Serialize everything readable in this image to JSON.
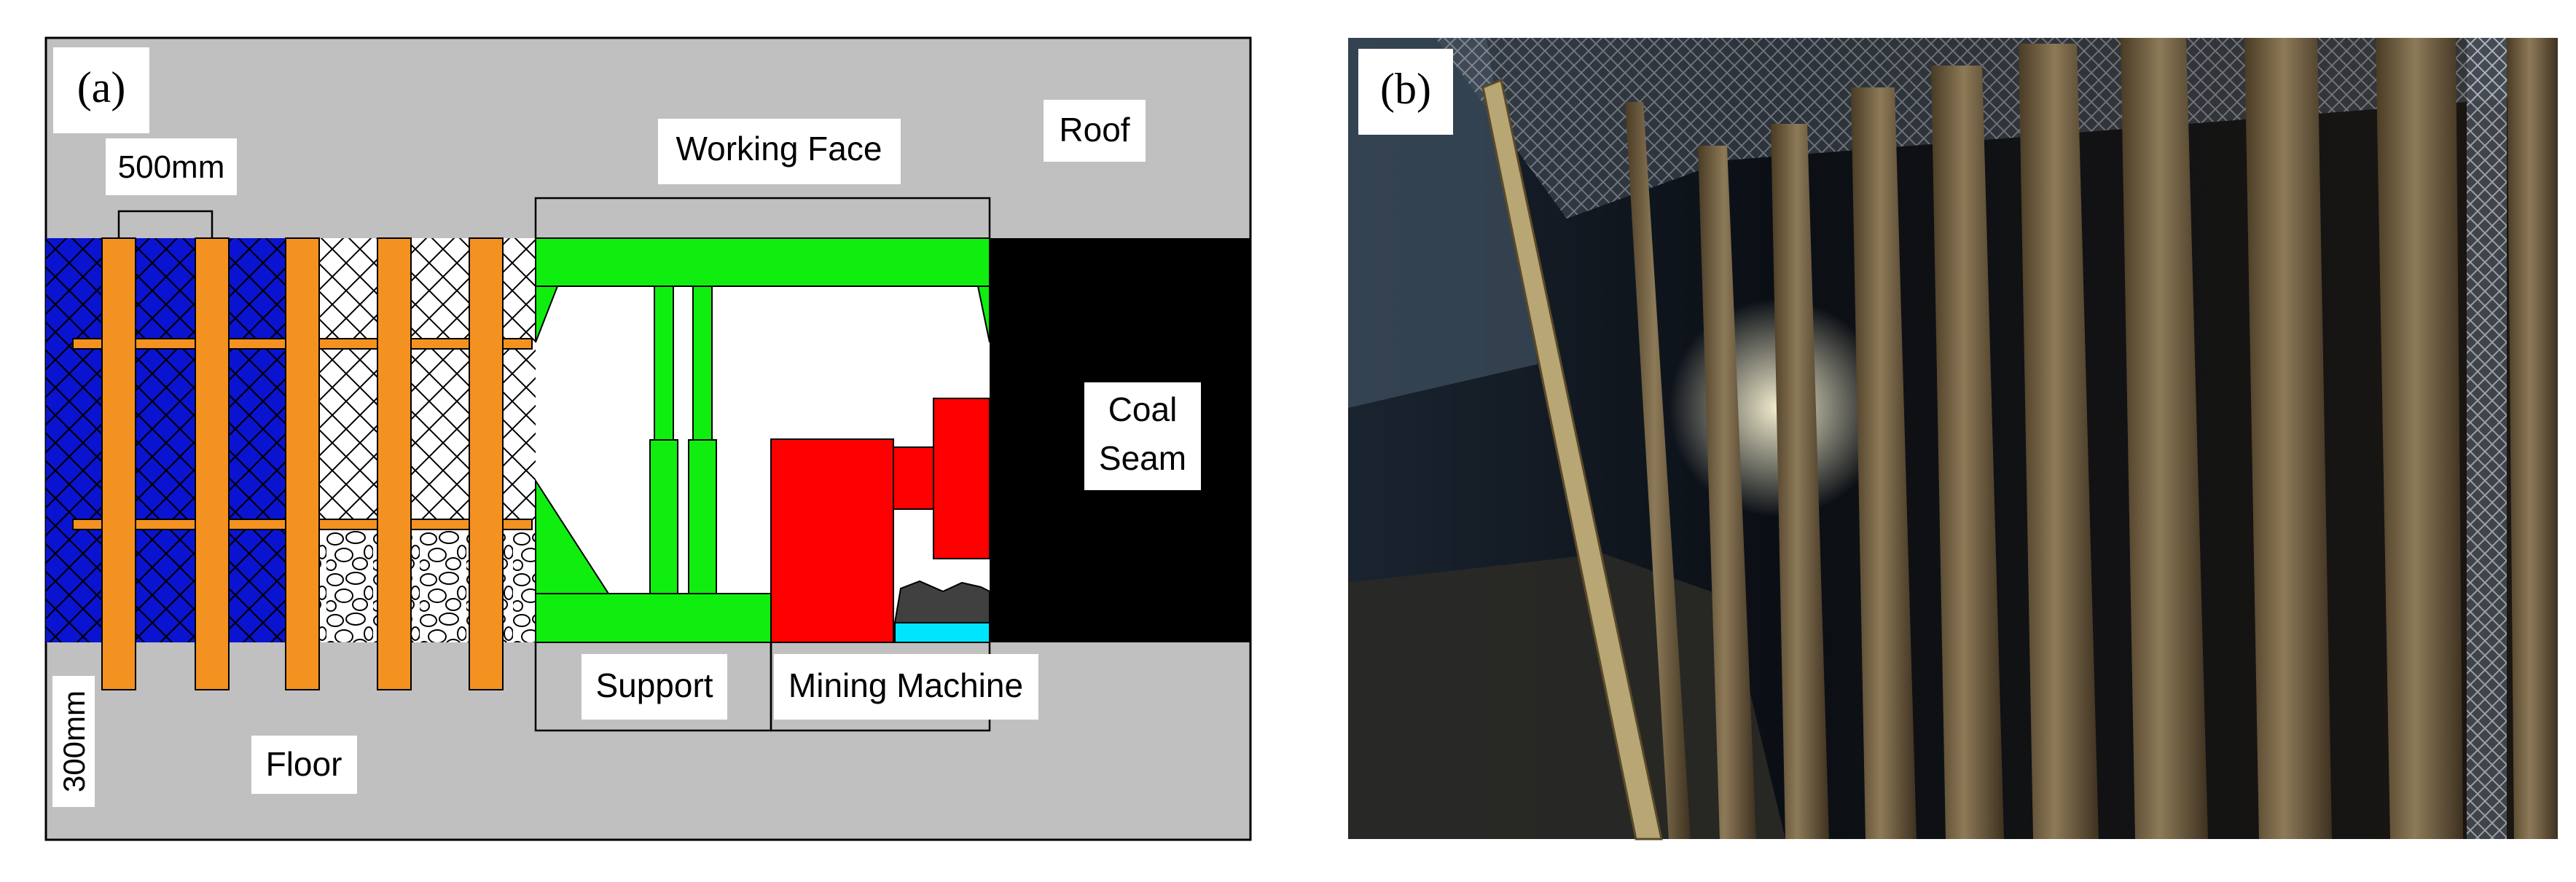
{
  "panel_a": {
    "label": "(a)",
    "labels": {
      "dim_500": "500mm",
      "working_face": "Working Face",
      "roof": "Roof",
      "coal_seam_line1": "Coal",
      "coal_seam_line2": "Seam",
      "support": "Support",
      "mining_machine": "Mining Machine",
      "floor": "Floor",
      "dim_300": "300mm"
    },
    "colors": {
      "rock": "#c0c0c0",
      "backfill": "#0a14d0",
      "bolt": "#f39220",
      "support": "#10ee10",
      "machine": "#ff0000",
      "coal": "#000000",
      "conveyor": "#00e5ff"
    }
  },
  "panel_b": {
    "label": "(b)"
  }
}
